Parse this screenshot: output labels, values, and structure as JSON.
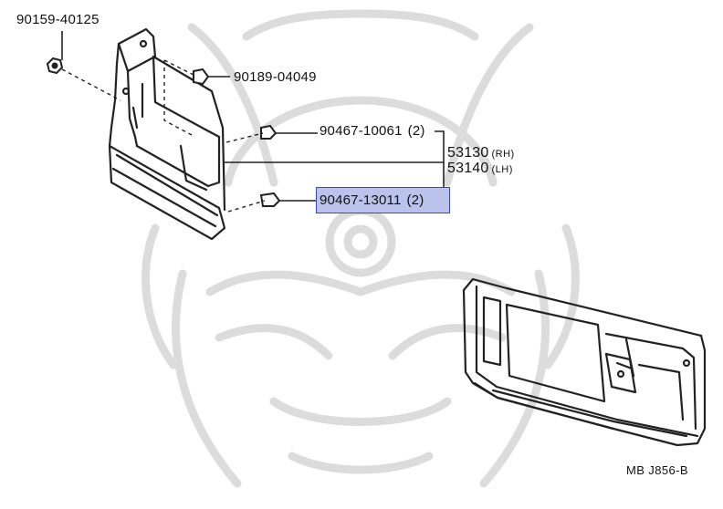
{
  "diagram": {
    "callouts": [
      {
        "part_no": "90159-40125",
        "qty": ""
      },
      {
        "part_no": "90189-04049",
        "qty": ""
      },
      {
        "part_no": "90467-10061",
        "qty": "(2)"
      },
      {
        "part_no": "90467-13011",
        "qty": "(2)"
      }
    ],
    "assembly": {
      "rh_number": "53130",
      "rh_side": "(RH)",
      "lh_number": "53140",
      "lh_side": "(LH)"
    },
    "highlighted_part": "90467-13011",
    "highlight_color": "#b9c3ec",
    "line_color": "#222222",
    "watermark_color": "#d9d9d9",
    "figure_code": "MB  J856-B"
  }
}
